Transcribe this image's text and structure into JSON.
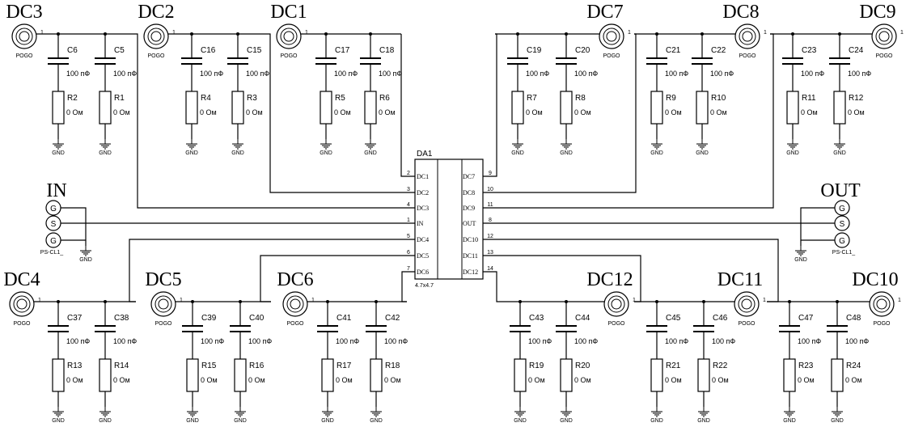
{
  "connectors": [
    {
      "name": "DC3",
      "type": "POGO",
      "pin": "1"
    },
    {
      "name": "DC2",
      "type": "POGO",
      "pin": "1"
    },
    {
      "name": "DC1",
      "type": "POGO",
      "pin": "1"
    },
    {
      "name": "DC7",
      "type": "POGO",
      "pin": "1"
    },
    {
      "name": "DC8",
      "type": "POGO",
      "pin": "1"
    },
    {
      "name": "DC9",
      "type": "POGO",
      "pin": "1"
    },
    {
      "name": "DC4",
      "type": "POGO",
      "pin": "1"
    },
    {
      "name": "DC5",
      "type": "POGO",
      "pin": "1"
    },
    {
      "name": "DC6",
      "type": "POGO",
      "pin": "1"
    },
    {
      "name": "DC12",
      "type": "POGO",
      "pin": "1"
    },
    {
      "name": "DC11",
      "type": "POGO",
      "pin": "1"
    },
    {
      "name": "DC10",
      "type": "POGO",
      "pin": "1"
    }
  ],
  "capacitors": [
    {
      "ref": "C6",
      "value": "100 пФ"
    },
    {
      "ref": "C5",
      "value": "100 пФ"
    },
    {
      "ref": "C16",
      "value": "100 пФ"
    },
    {
      "ref": "C15",
      "value": "100 пФ"
    },
    {
      "ref": "C17",
      "value": "100 пФ"
    },
    {
      "ref": "C18",
      "value": "100 пФ"
    },
    {
      "ref": "C19",
      "value": "100 пФ"
    },
    {
      "ref": "C20",
      "value": "100 пФ"
    },
    {
      "ref": "C21",
      "value": "100 пФ"
    },
    {
      "ref": "C22",
      "value": "100 пФ"
    },
    {
      "ref": "C23",
      "value": "100 пФ"
    },
    {
      "ref": "C24",
      "value": "100 пФ"
    },
    {
      "ref": "C37",
      "value": "100 пФ"
    },
    {
      "ref": "C38",
      "value": "100 пФ"
    },
    {
      "ref": "C39",
      "value": "100 пФ"
    },
    {
      "ref": "C40",
      "value": "100 пФ"
    },
    {
      "ref": "C41",
      "value": "100 пФ"
    },
    {
      "ref": "C42",
      "value": "100 пФ"
    },
    {
      "ref": "C43",
      "value": "100 пФ"
    },
    {
      "ref": "C44",
      "value": "100 пФ"
    },
    {
      "ref": "C45",
      "value": "100 пФ"
    },
    {
      "ref": "C46",
      "value": "100 пФ"
    },
    {
      "ref": "C47",
      "value": "100 пФ"
    },
    {
      "ref": "C48",
      "value": "100 пФ"
    }
  ],
  "resistors": [
    {
      "ref": "R2",
      "value": "0 Ом"
    },
    {
      "ref": "R1",
      "value": "0 Ом"
    },
    {
      "ref": "R4",
      "value": "0 Ом"
    },
    {
      "ref": "R3",
      "value": "0 Ом"
    },
    {
      "ref": "R5",
      "value": "0 Ом"
    },
    {
      "ref": "R6",
      "value": "0 Ом"
    },
    {
      "ref": "R7",
      "value": "0 Ом"
    },
    {
      "ref": "R8",
      "value": "0 Ом"
    },
    {
      "ref": "R9",
      "value": "0 Ом"
    },
    {
      "ref": "R10",
      "value": "0 Ом"
    },
    {
      "ref": "R11",
      "value": "0 Ом"
    },
    {
      "ref": "R12",
      "value": "0 Ом"
    },
    {
      "ref": "R13",
      "value": "0 Ом"
    },
    {
      "ref": "R14",
      "value": "0 Ом"
    },
    {
      "ref": "R15",
      "value": "0 Ом"
    },
    {
      "ref": "R16",
      "value": "0 Ом"
    },
    {
      "ref": "R17",
      "value": "0 Ом"
    },
    {
      "ref": "R18",
      "value": "0 Ом"
    },
    {
      "ref": "R19",
      "value": "0 Ом"
    },
    {
      "ref": "R20",
      "value": "0 Ом"
    },
    {
      "ref": "R21",
      "value": "0 Ом"
    },
    {
      "ref": "R22",
      "value": "0 Ом"
    },
    {
      "ref": "R23",
      "value": "0 Ом"
    },
    {
      "ref": "R24",
      "value": "0 Ом"
    }
  ],
  "ground_label": "GND",
  "ic": {
    "ref": "DA1",
    "package": "4.7x4.7",
    "left_pins": [
      {
        "num": "2",
        "name": "DC1"
      },
      {
        "num": "3",
        "name": "DC2"
      },
      {
        "num": "4",
        "name": "DC3"
      },
      {
        "num": "1",
        "name": "IN"
      },
      {
        "num": "5",
        "name": "DC4"
      },
      {
        "num": "6",
        "name": "DC5"
      },
      {
        "num": "7",
        "name": "DC6"
      }
    ],
    "right_pins": [
      {
        "num": "9",
        "name": "DC7"
      },
      {
        "num": "10",
        "name": "DC8"
      },
      {
        "num": "11",
        "name": "DC9"
      },
      {
        "num": "8",
        "name": "OUT"
      },
      {
        "num": "12",
        "name": "DC10"
      },
      {
        "num": "13",
        "name": "DC11"
      },
      {
        "num": "14",
        "name": "DC12"
      }
    ]
  },
  "io_connectors": [
    {
      "name": "IN",
      "type": "PS-CL1_",
      "pins": [
        "G",
        "S",
        "G"
      ]
    },
    {
      "name": "OUT",
      "type": "PS-CL1_",
      "pins": [
        "G",
        "S",
        "G"
      ]
    }
  ]
}
